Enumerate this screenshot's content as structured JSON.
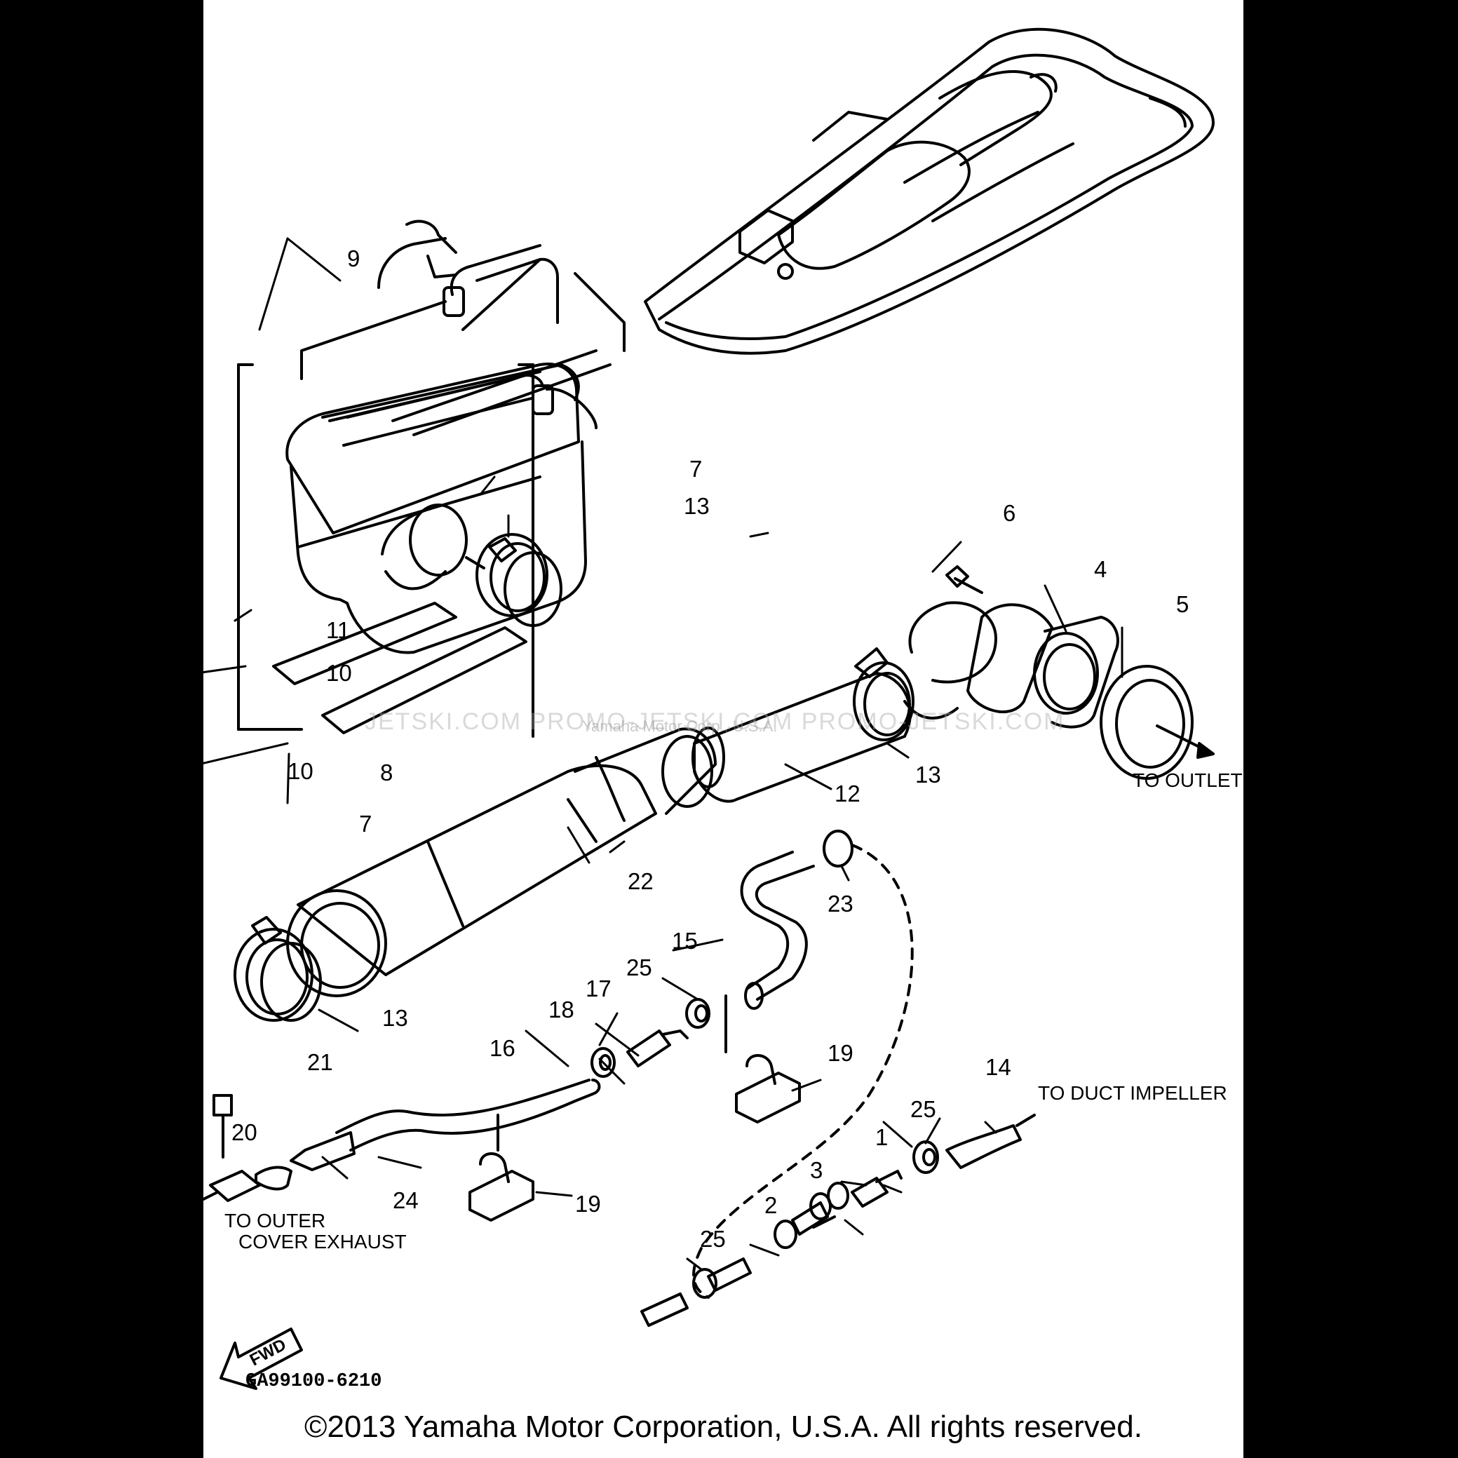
{
  "colors": {
    "background": "#000000",
    "sheet": "#ffffff",
    "ink": "#000000",
    "watermark": "#aaaaaa"
  },
  "callouts": {
    "c1": "1",
    "c2": "2",
    "c3": "3",
    "c4": "4",
    "c5": "5",
    "c6": "6",
    "c7a": "7",
    "c7b": "7",
    "c8": "8",
    "c9": "9",
    "c10a": "10",
    "c10b": "10",
    "c11": "11",
    "c12": "12",
    "c13a": "13",
    "c13b": "13",
    "c13c": "13",
    "c14": "14",
    "c15": "15",
    "c16": "16",
    "c17": "17",
    "c18": "18",
    "c19a": "19",
    "c19b": "19",
    "c20": "20",
    "c21": "21",
    "c22": "22",
    "c23": "23",
    "c24": "24",
    "c25a": "25",
    "c25b": "25",
    "c25c": "25"
  },
  "notes": {
    "to_outlet": "TO OUTLET",
    "to_duct_impeller": "TO DUCT IMPELLER",
    "to_outer_line1": "TO OUTER",
    "to_outer_line2": "COVER EXHAUST",
    "fwd": "FWD"
  },
  "drawing_code": "GA99100-6210",
  "watermark": {
    "text": "JETSKI.COM   PROMO-JETSKI.COM   PROMO-JETSKI.COM",
    "sub": "Yamaha Motor Corp., U.S.A."
  },
  "copyright": "©2013 Yamaha Motor Corporation, U.S.A. All rights reserved."
}
